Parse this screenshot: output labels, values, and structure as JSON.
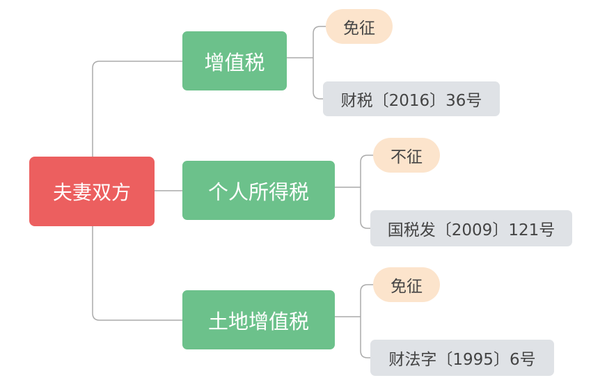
{
  "root": {
    "label": "夫妻双方"
  },
  "branches": [
    {
      "label": "增值税",
      "policy": "免征",
      "reference": "财税〔2016〕36号"
    },
    {
      "label": "个人所得税",
      "policy": "不征",
      "reference": "国税发〔2009〕121号"
    },
    {
      "label": "土地增值税",
      "policy": "免征",
      "reference": "财法字〔1995〕6号"
    }
  ],
  "colors": {
    "root": "#ec5f5f",
    "branch": "#6cc18b",
    "policy_tag": "#fce4cc",
    "reference_box": "#dfe2e6",
    "connector": "#aaaaaa"
  }
}
